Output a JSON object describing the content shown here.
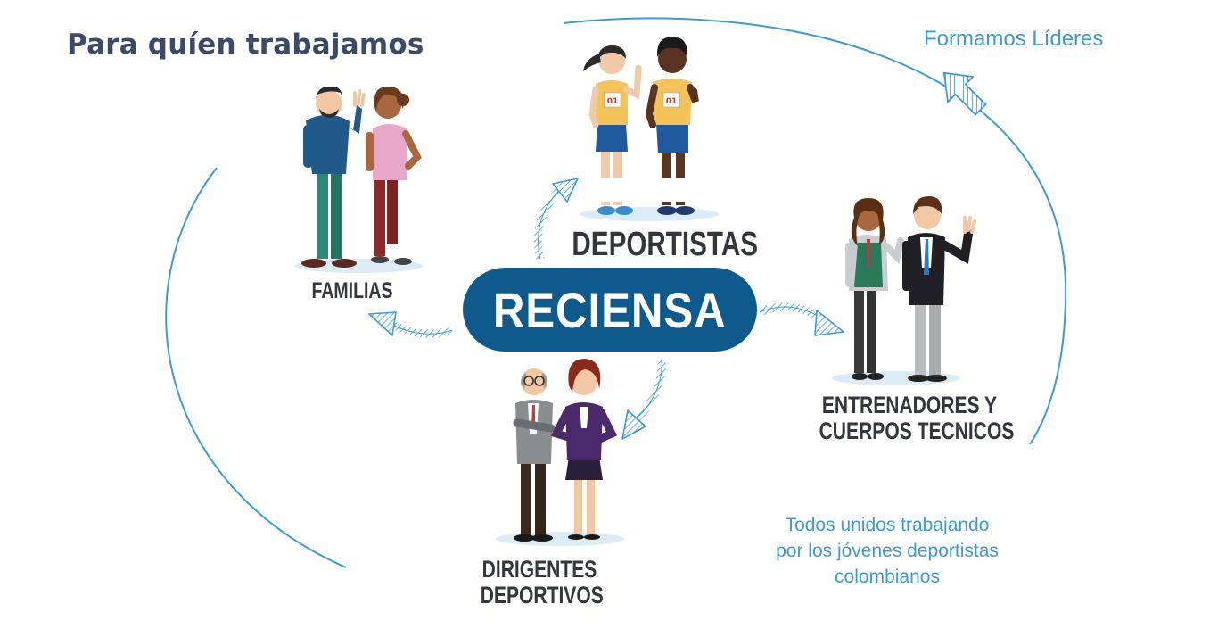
{
  "title": "Para quíen trabajamos",
  "tagline": "Formamos Líderes",
  "center": {
    "label": "RECIENSA"
  },
  "groups": {
    "deportistas": {
      "label": "DEPORTISTAS",
      "bib": "01"
    },
    "familias": {
      "label": "FAMILIAS"
    },
    "entrenadores": {
      "line1": "ENTRENADORES Y",
      "line2": "CUERPOS TECNICOS"
    },
    "dirigentes": {
      "line1": "DIRIGENTES",
      "line2": "DEPORTIVOS"
    }
  },
  "footer": {
    "line1": "Todos unidos trabajando",
    "line2": "por los jóvenes deportistas",
    "line3": "colombianos"
  },
  "colors": {
    "accent": "#3d9ad6",
    "pill": "#0f5a8c",
    "title": "#3b4a6b",
    "label": "#33373d"
  }
}
